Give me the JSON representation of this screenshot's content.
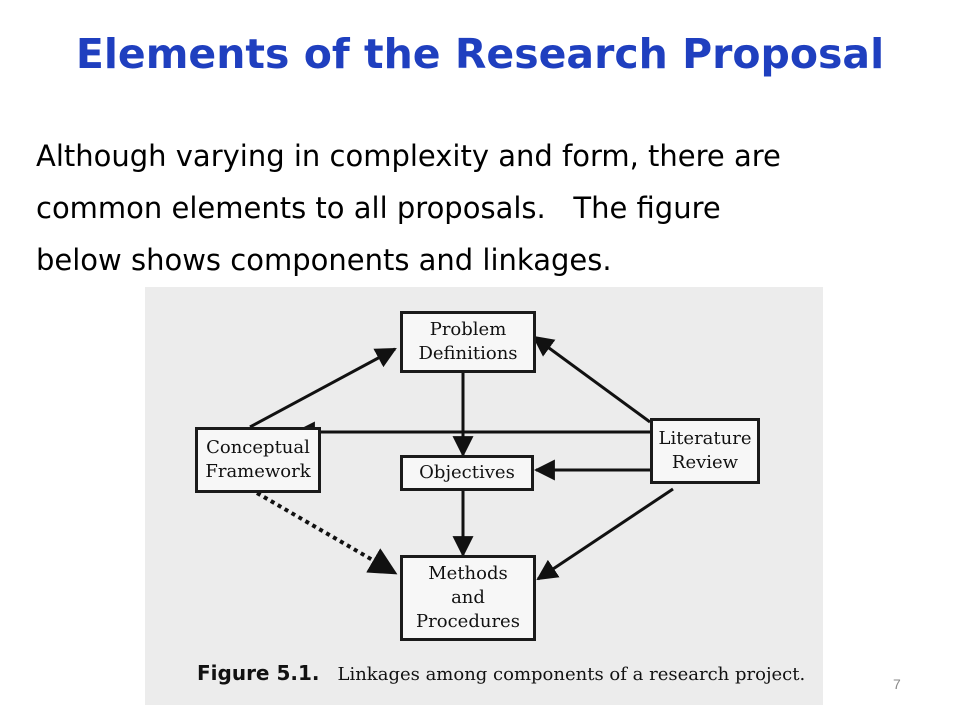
{
  "title": "Elements of the Research Proposal",
  "body": {
    "lines": [
      "Although varying in complexity and form, there are",
      "common elements to all proposals.   The figure",
      "below shows components and linkages."
    ]
  },
  "figure": {
    "nodes": {
      "problem": [
        "Problem",
        "Definitions"
      ],
      "conceptual": [
        "Conceptual",
        "Framework"
      ],
      "literature": [
        "Literature",
        "Review"
      ],
      "objectives": [
        "Objectives"
      ],
      "methods": [
        "Methods",
        "and",
        "Procedures"
      ]
    },
    "caption": {
      "label": "Figure 5.1.",
      "text": "Linkages among components of a research project."
    }
  },
  "page_number": "7"
}
